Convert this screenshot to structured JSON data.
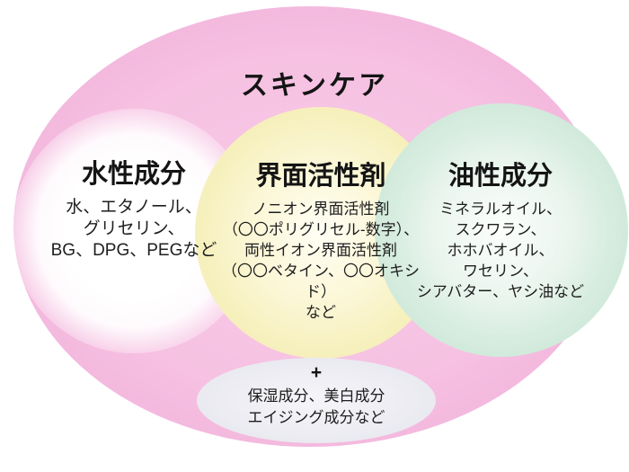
{
  "diagram": {
    "title": "スキンケア",
    "groups": [
      {
        "id": "water",
        "heading": "水性成分",
        "lines": [
          "水、エタノール、",
          "グリセリン、",
          "BG、DPG、PEGなど"
        ]
      },
      {
        "id": "surfactant",
        "heading": "界面活性剤",
        "lines": [
          "ノニオン界面活性剤",
          "（〇〇ポリグリセル-数字）、",
          "両性イオン界面活性剤",
          "（〇〇ベタイン、〇〇オキシ",
          "ド）",
          "など"
        ]
      },
      {
        "id": "oil",
        "heading": "油性成分",
        "lines": [
          "ミネラルオイル、",
          "スクワラン、",
          "ホホバオイル、",
          "ワセリン、",
          "シアバター、ヤシ油など"
        ]
      }
    ],
    "additives": {
      "symbol": "+",
      "lines": [
        "保湿成分、美白成分",
        "エイジング成分など"
      ]
    },
    "colors": {
      "background": "#ffffff",
      "main_ellipse_inner": "#f8cae7",
      "main_ellipse_edge": "#efaad6",
      "water_circle": "#ffffff",
      "surfactant_circle": "#f6f0bc",
      "oil_circle": "#cde8d7",
      "additives_ellipse": "#ebebf1",
      "text": "#1e1e1e"
    }
  }
}
